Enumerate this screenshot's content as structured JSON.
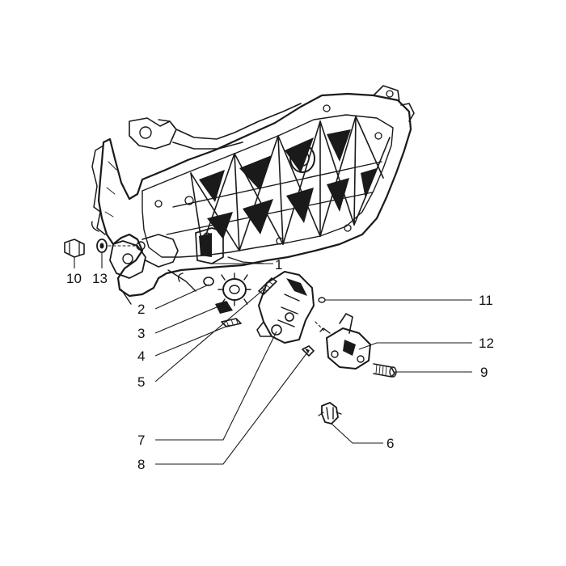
{
  "parts": [
    {
      "ref": "1",
      "label": "1"
    },
    {
      "ref": "2",
      "label": "2"
    },
    {
      "ref": "3",
      "label": "3"
    },
    {
      "ref": "4",
      "label": "4"
    },
    {
      "ref": "5",
      "label": "5"
    },
    {
      "ref": "6",
      "label": "6"
    },
    {
      "ref": "7",
      "label": "7"
    },
    {
      "ref": "8",
      "label": "8"
    },
    {
      "ref": "9",
      "label": "9"
    },
    {
      "ref": "10",
      "label": "10"
    },
    {
      "ref": "11",
      "label": "11"
    },
    {
      "ref": "12",
      "label": "12"
    },
    {
      "ref": "13",
      "label": "13"
    }
  ],
  "colors": {
    "ink": "#1a1a1a",
    "background": "#ffffff"
  }
}
